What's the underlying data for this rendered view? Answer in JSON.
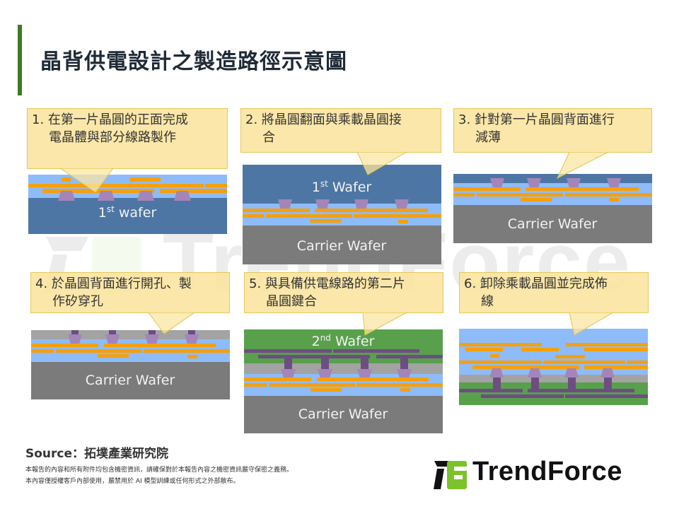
{
  "title": "晶背供電設計之製造路徑示意圖",
  "colors": {
    "accent_bar": "#3f7a24",
    "callout_fill": "#fbe6a2",
    "callout_border": "#e2c44c",
    "wafer_blue_dark": "#4d76a4",
    "dielectric_light_blue": "#8ebcfa",
    "metal_orange": "#f5a00c",
    "via_purple_light": "#a485b8",
    "tsv_purple_dark": "#6e4d83",
    "carrier_gray": "#7b7b7b",
    "thinned_gray": "#a3a3a3",
    "second_wafer_green": "#58a04c",
    "brand_green": "#7cc22a"
  },
  "steps": [
    {
      "number": "1.",
      "line1": "在第一片晶圓的正面完成",
      "line2": "電晶體與部分線路製作",
      "wafer_label": "1",
      "wafer_sup": "st",
      "wafer_word": " wafer"
    },
    {
      "number": "2.",
      "line1": "將晶圓翻面與乘載晶圓接",
      "line2": "合",
      "top_label": "1",
      "top_sup": "st",
      "top_word": " Wafer",
      "carrier_label": "Carrier Wafer"
    },
    {
      "number": "3.",
      "line1": "針對第一片晶圓背面進行",
      "line2": "減薄",
      "carrier_label": "Carrier Wafer"
    },
    {
      "number": "4.",
      "line1": "於晶圓背面進行開孔、製",
      "line2": "作矽穿孔",
      "carrier_label": "Carrier Wafer"
    },
    {
      "number": "5.",
      "line1": "與具備供電線路的第二片",
      "line2": "晶圓鍵合",
      "top_label": "2",
      "top_sup": "nd",
      "top_word": " Wafer",
      "carrier_label": "Carrier Wafer"
    },
    {
      "number": "6.",
      "line1": "卸除乘載晶圓並完成佈",
      "line2": "線"
    }
  ],
  "footer": {
    "source": "Source：拓墣產業研究院",
    "disclaimer_1": "本報告的內容和所有附件均包含機密資訊，請確保對於本報告內容之機密資訊嚴守保密之義務。",
    "disclaimer_2": "本內容僅授權客戶內部使用，嚴禁用於 AI 模型訓練或任何形式之外部散布。"
  },
  "brand": {
    "name": "TrendForce",
    "watermark": "TrendForce"
  }
}
